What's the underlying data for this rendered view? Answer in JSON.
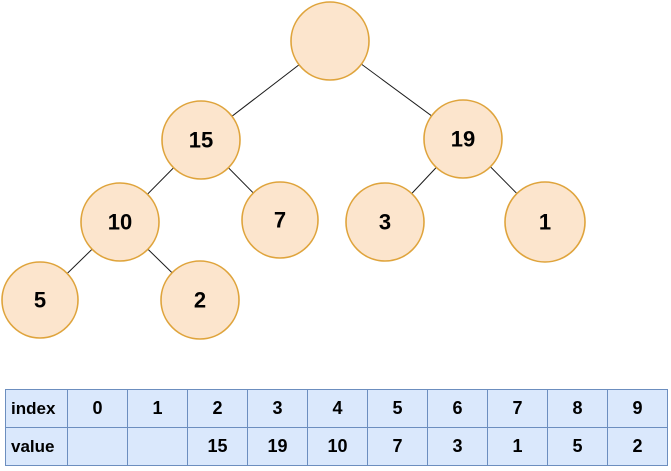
{
  "colors": {
    "node_fill": "#FCE5CD",
    "node_stroke": "#DFA43C",
    "cell_fill": "#DAE8FC",
    "cell_border": "#6C8EBF",
    "edge_color": "#1a1a1a",
    "text_color": "#000000"
  },
  "tree": {
    "description": "binary tree diagram",
    "nodes": [
      {
        "id": "root",
        "label": ""
      },
      {
        "id": "left-child",
        "label": "15"
      },
      {
        "id": "right-child",
        "label": "19"
      },
      {
        "id": "node-10",
        "label": "10"
      },
      {
        "id": "node-7",
        "label": "7"
      },
      {
        "id": "node-3",
        "label": "3"
      },
      {
        "id": "node-1",
        "label": "1"
      },
      {
        "id": "node-5",
        "label": "5"
      },
      {
        "id": "node-2",
        "label": "2"
      }
    ],
    "edges": [
      [
        "root",
        "left-child"
      ],
      [
        "root",
        "right-child"
      ],
      [
        "left-child",
        "node-10"
      ],
      [
        "left-child",
        "node-7"
      ],
      [
        "right-child",
        "node-3"
      ],
      [
        "right-child",
        "node-1"
      ],
      [
        "node-10",
        "node-5"
      ],
      [
        "node-10",
        "node-2"
      ]
    ]
  },
  "table": {
    "index_label": "index",
    "value_label": "value",
    "indices": [
      "0",
      "1",
      "2",
      "3",
      "4",
      "5",
      "6",
      "7",
      "8",
      "9"
    ],
    "values": [
      "",
      "",
      "15",
      "19",
      "10",
      "7",
      "3",
      "1",
      "5",
      "2"
    ]
  }
}
